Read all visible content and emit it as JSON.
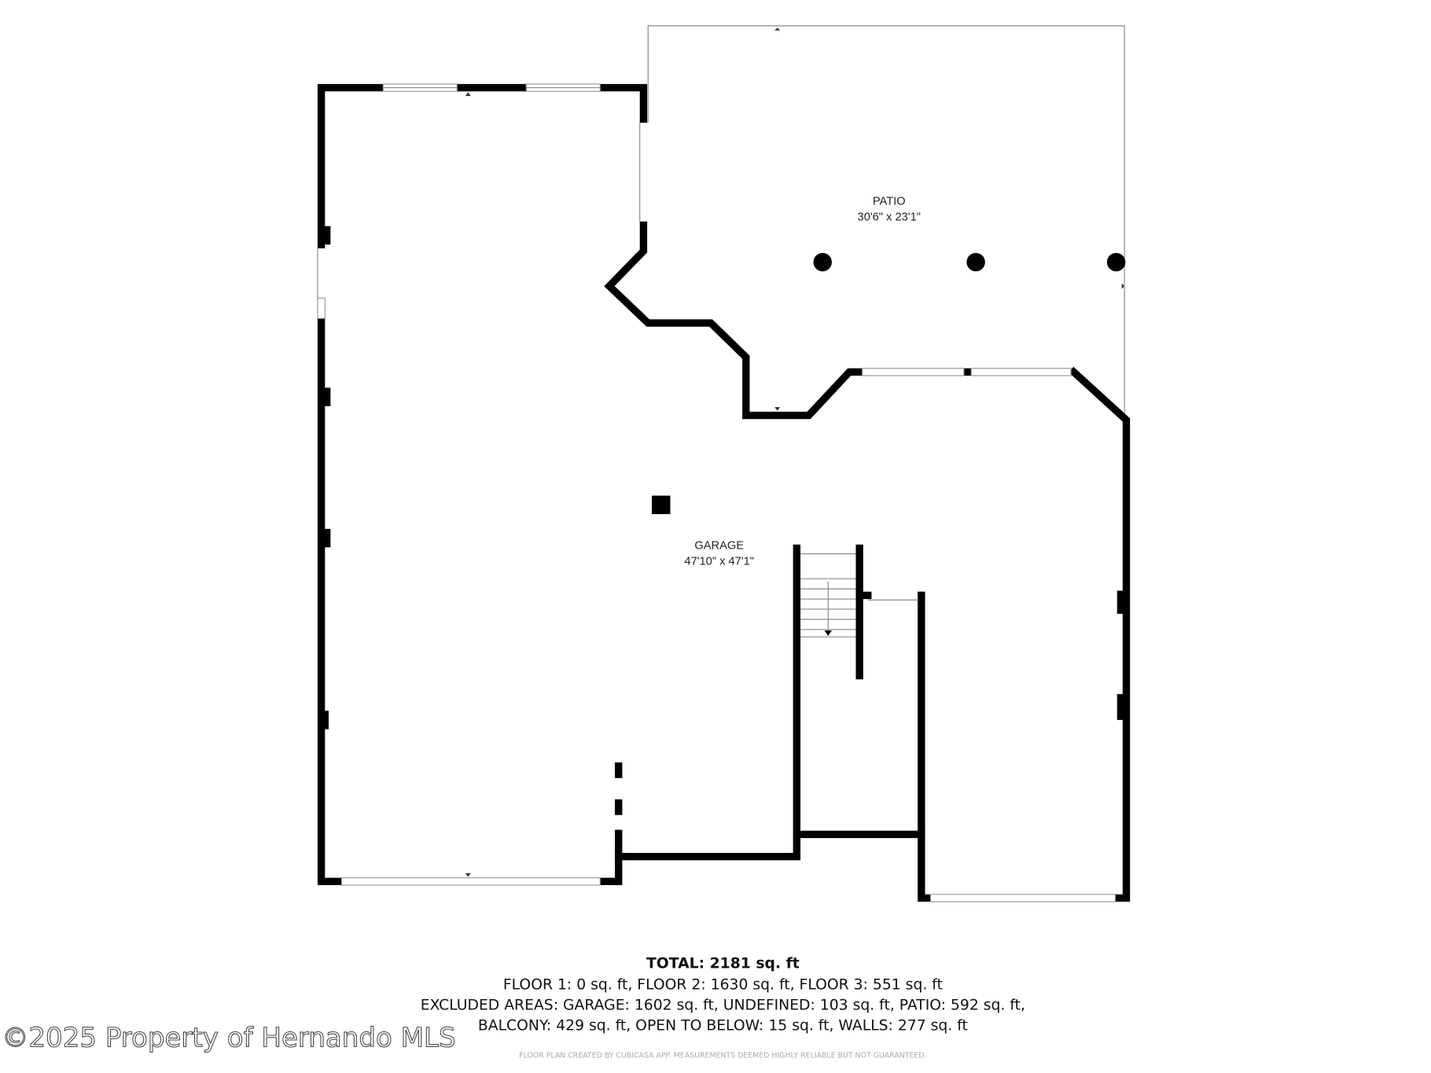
{
  "rooms": [
    {
      "name": "PATIO",
      "dimensions": "30'6\" x 23'1\""
    },
    {
      "name": "GARAGE",
      "dimensions": "47'10\" x 47'1\""
    }
  ],
  "summary": {
    "total": "TOTAL: 2181 sq. ft",
    "floors": "FLOOR 1: 0 sq. ft, FLOOR 2: 1630 sq. ft, FLOOR 3: 551 sq. ft",
    "excluded_1": "EXCLUDED AREAS: GARAGE: 1602 sq. ft, UNDEFINED: 103 sq. ft, PATIO: 592 sq. ft,",
    "excluded_2": "BALCONY: 429 sq. ft, OPEN TO BELOW: 15 sq. ft, WALLS: 277 sq. ft"
  },
  "footnote": "FLOOR PLAN CREATED BY CUBICASA APP. MEASUREMENTS DEEMED HIGHLY RELIABLE BUT NOT GUARANTEED.",
  "watermark": "©2025 Property of Hernando MLS"
}
